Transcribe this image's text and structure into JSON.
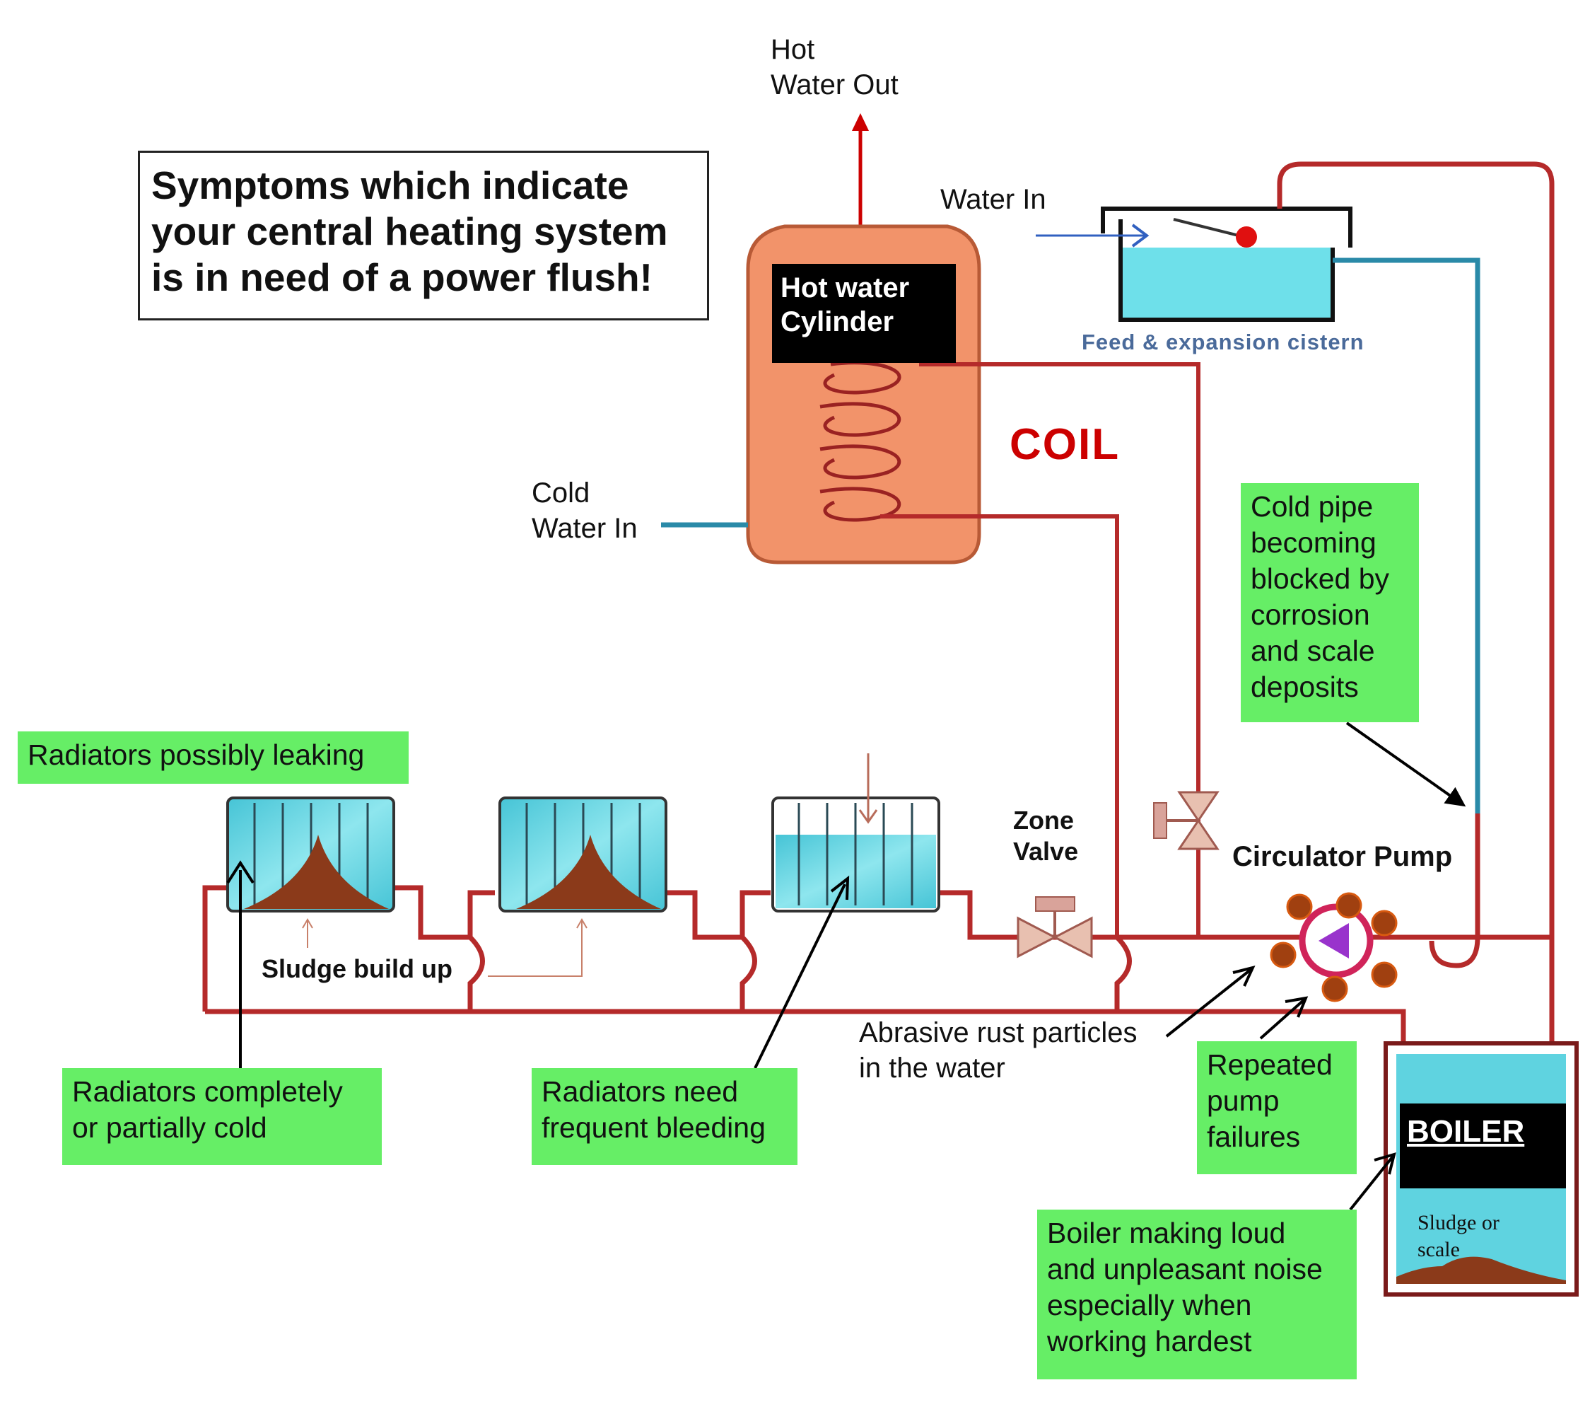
{
  "title": {
    "lines": [
      "Symptoms which indicate",
      "your central heating system",
      "is in need of a power flush!"
    ]
  },
  "labels": {
    "hot_water_out": [
      "Hot",
      "Water Out"
    ],
    "water_in": "Water In",
    "cistern": "Feed & expansion cistern",
    "hot_water_cylinder": [
      "Hot water",
      "Cylinder"
    ],
    "coil": "COIL",
    "cold_water_in": [
      "Cold",
      "Water In"
    ],
    "zone_valve": [
      "Zone",
      "Valve"
    ],
    "circulator_pump": "Circulator Pump",
    "sludge_build_up": "Sludge build up",
    "abrasive": [
      "Abrasive rust particles",
      "in the water"
    ],
    "boiler": "BOILER",
    "boiler_sludge": [
      "Sludge or",
      "scale"
    ]
  },
  "symptoms": {
    "leaking": [
      "Radiators possibly leaking"
    ],
    "cold_radiators": [
      "Radiators completely",
      "or partially cold"
    ],
    "bleeding": [
      "Radiators need",
      "frequent bleeding"
    ],
    "cold_pipe": [
      "Cold pipe",
      "becoming",
      "blocked by",
      "corrosion",
      "and scale",
      "deposits"
    ],
    "pump_failures": [
      "Repeated",
      "pump",
      "failures"
    ],
    "boiler_noise": [
      "Boiler making loud",
      "and unpleasant noise",
      "especially when",
      "working hardest"
    ]
  },
  "colors": {
    "pipe_red": "#b52a2a",
    "pipe_blue": "#2a8aa8",
    "arrow_red": "#cc0000",
    "green_box": "#66ee66",
    "cylinder": "#f2936a",
    "water": "#5fd3e0",
    "sludge": "#8b3a1a",
    "coil_text": "#cc0000"
  }
}
